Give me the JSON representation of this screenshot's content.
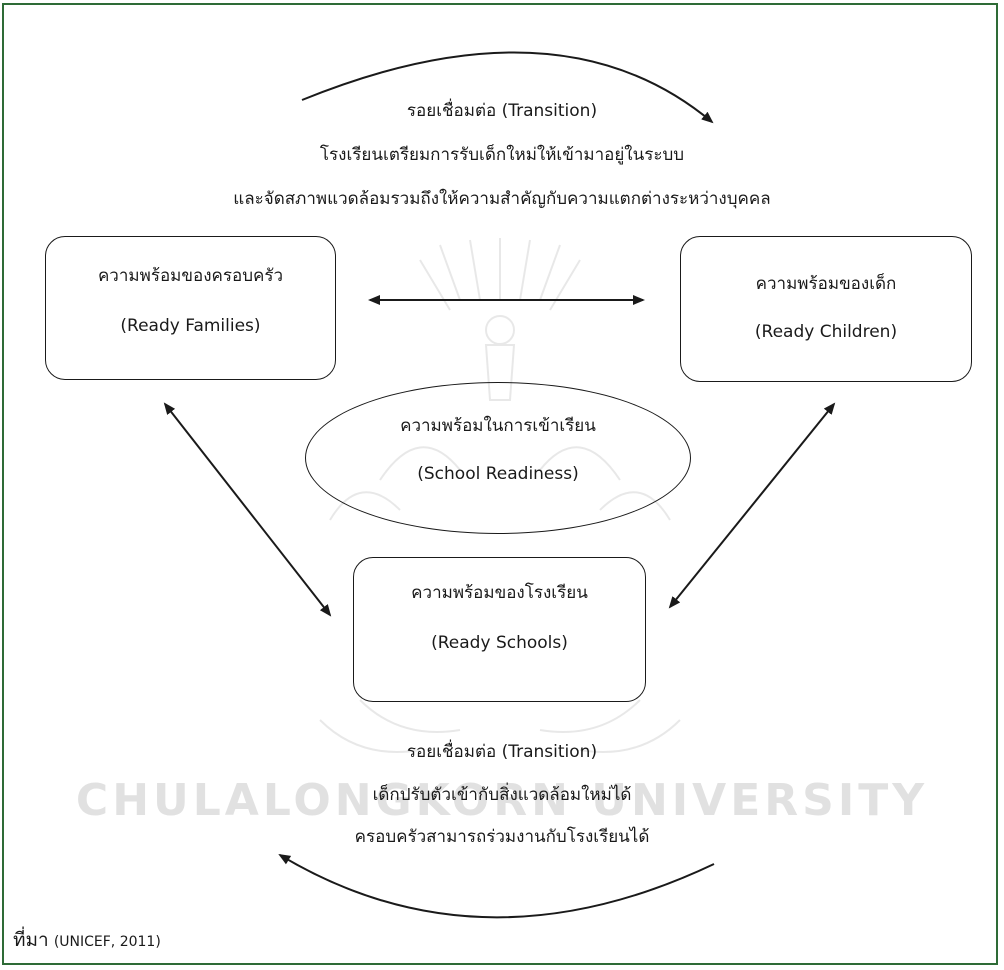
{
  "top_note": {
    "line1": "รอยเชื่อมต่อ (Transition)",
    "line2": "โรงเรียนเตรียมการรับเด็กใหม่ให้เข้ามาอยู่ในระบบ",
    "line3": "และจัดสภาพแวดล้อมรวมถึงให้ความสำคัญกับความแตกต่างระหว่างบุคคล"
  },
  "nodes": {
    "families": {
      "thai": "ความพร้อมของครอบครัว",
      "english": "(Ready Families)"
    },
    "children": {
      "thai": "ความพร้อมของเด็ก",
      "english": "(Ready Children)"
    },
    "school_readiness": {
      "thai": "ความพร้อมในการเข้าเรียน",
      "english": "(School Readiness)"
    },
    "schools": {
      "thai": "ความพร้อมของโรงเรียน",
      "english": "(Ready Schools)"
    }
  },
  "bottom_note": {
    "line1": "รอยเชื่อมต่อ (Transition)",
    "line2": "เด็กปรับตัวเข้ากับสิ่งแวดล้อมใหม่ได้",
    "line3": "ครอบครัวสามารถร่วมงานกับโรงเรียนได้"
  },
  "watermark": {
    "text": "CHULALONGKORN UNIVERSITY"
  },
  "source": {
    "label": "ที่มา",
    "reference": "(UNICEF, 2011)"
  },
  "colors": {
    "frame": "#2e6b36",
    "line": "#1a1a1a",
    "watermark": "#c9c9c9"
  }
}
